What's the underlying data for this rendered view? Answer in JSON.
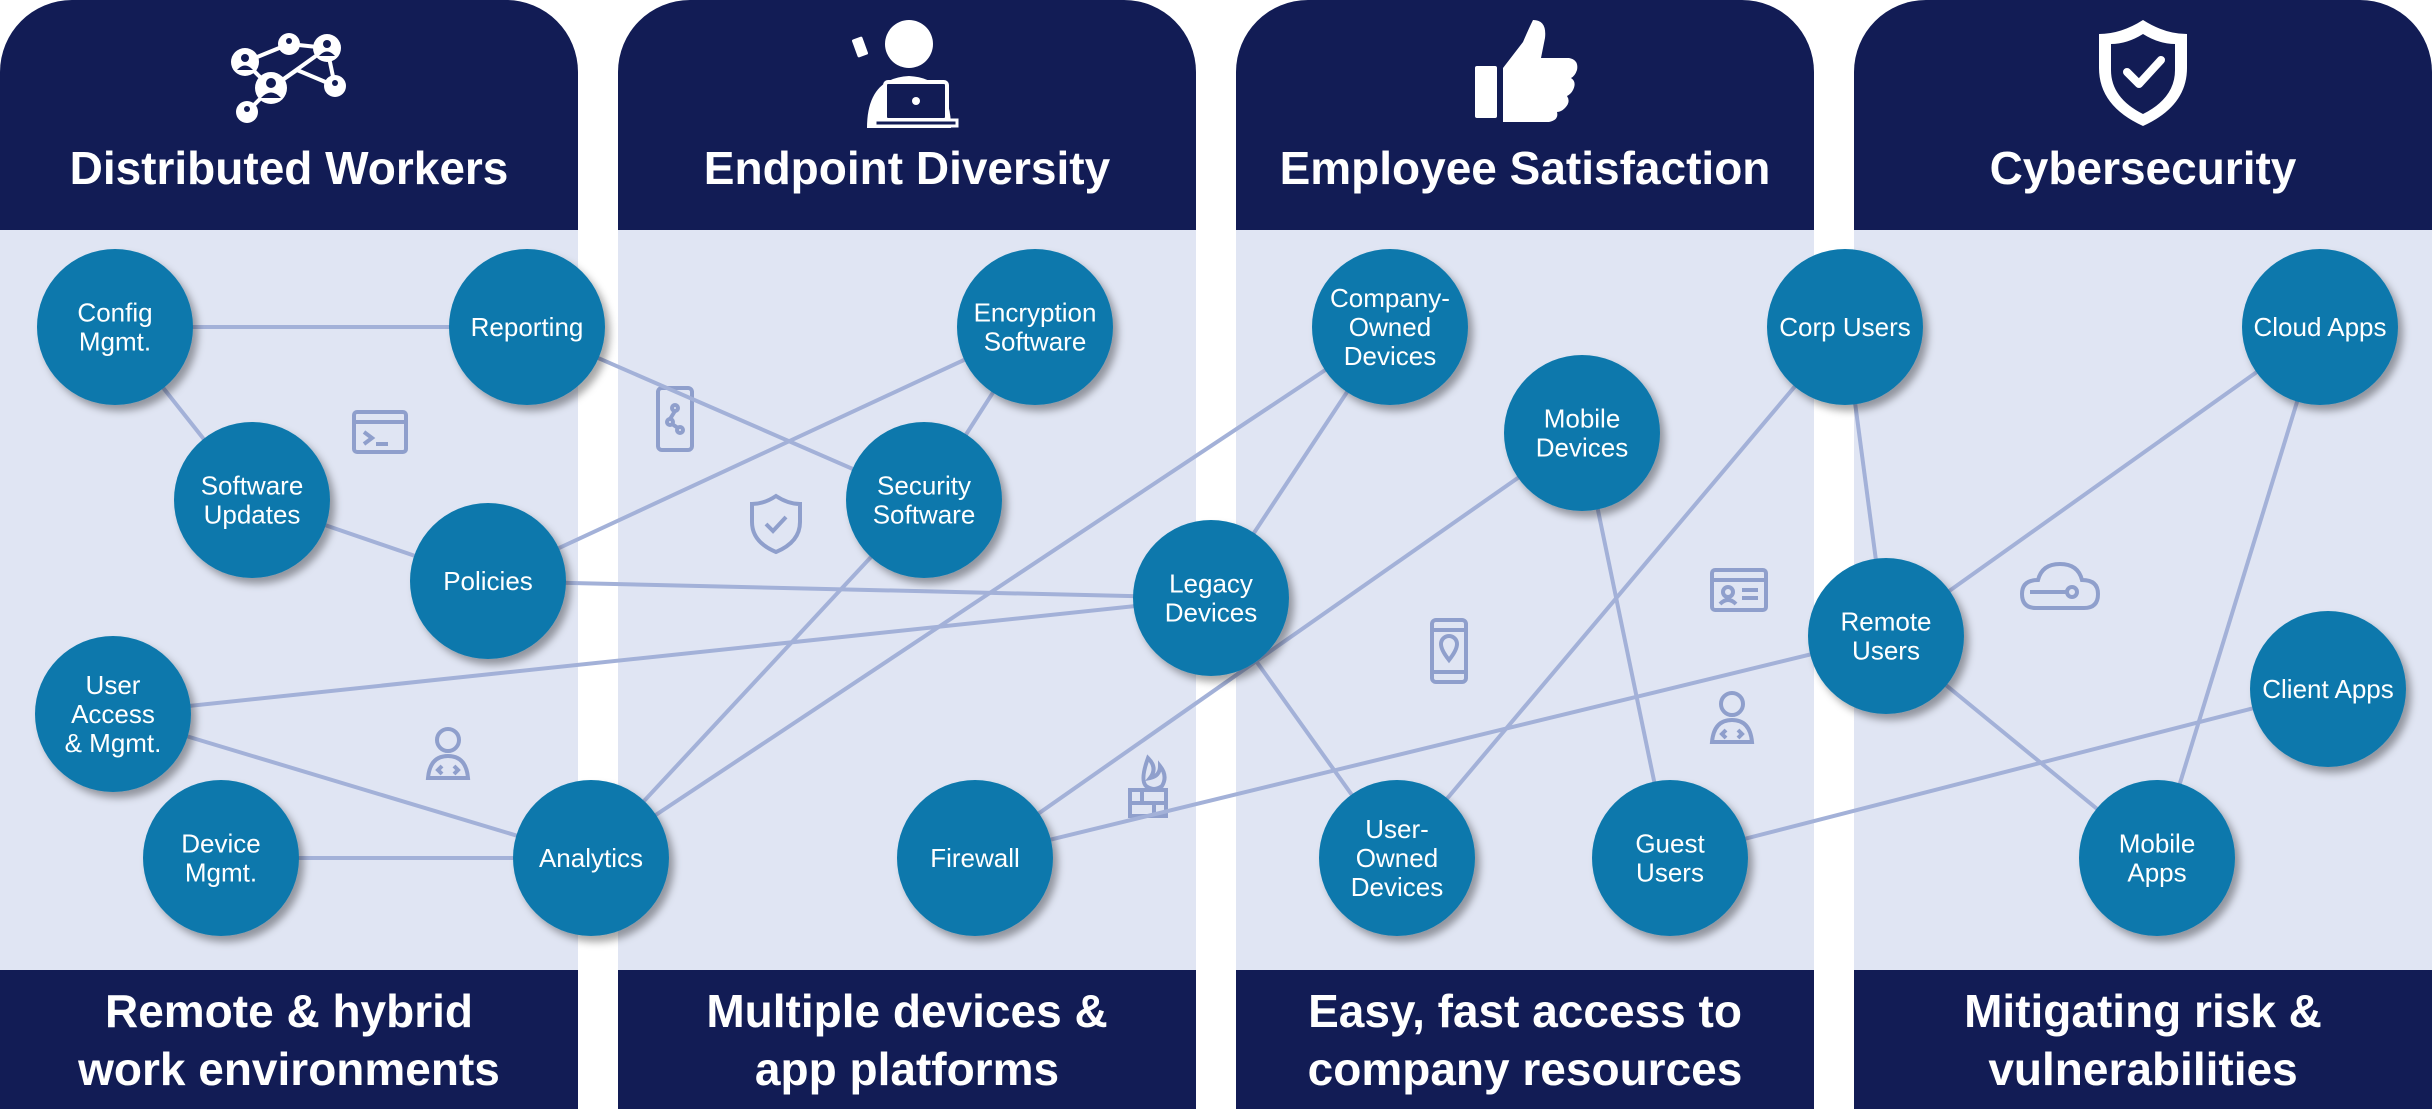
{
  "columns": [
    {
      "title": "Distributed Workers",
      "subtitle": "Remote & hybrid\nwork environments",
      "icon": "network-people-icon"
    },
    {
      "title": "Endpoint Diversity",
      "subtitle": "Multiple devices &\napp platforms",
      "icon": "person-laptop-icon"
    },
    {
      "title": "Employee Satisfaction",
      "subtitle": "Easy, fast access to\ncompany resources",
      "icon": "thumbs-up-icon"
    },
    {
      "title": "Cybersecurity",
      "subtitle": "Mitigating risk &\nvulnerabilities",
      "icon": "shield-check-icon"
    }
  ],
  "nodes": [
    {
      "id": "config",
      "lines": [
        "Config",
        "Mgmt."
      ]
    },
    {
      "id": "reporting",
      "lines": [
        "Reporting"
      ]
    },
    {
      "id": "swupdates",
      "lines": [
        "Software",
        "Updates"
      ]
    },
    {
      "id": "policies",
      "lines": [
        "Policies"
      ]
    },
    {
      "id": "useraccess",
      "lines": [
        "User",
        "Access",
        "& Mgmt."
      ]
    },
    {
      "id": "devicemgmt",
      "lines": [
        "Device",
        "Mgmt."
      ]
    },
    {
      "id": "analytics",
      "lines": [
        "Analytics"
      ]
    },
    {
      "id": "encryption",
      "lines": [
        "Encryption",
        "Software"
      ]
    },
    {
      "id": "security",
      "lines": [
        "Security",
        "Software"
      ]
    },
    {
      "id": "firewall",
      "lines": [
        "Firewall"
      ]
    },
    {
      "id": "legacy",
      "lines": [
        "Legacy",
        "Devices"
      ]
    },
    {
      "id": "companyowned",
      "lines": [
        "Company-",
        "Owned",
        "Devices"
      ]
    },
    {
      "id": "mobiledev",
      "lines": [
        "Mobile",
        "Devices"
      ]
    },
    {
      "id": "userowned",
      "lines": [
        "User-",
        "Owned",
        "Devices"
      ]
    },
    {
      "id": "guest",
      "lines": [
        "Guest",
        "Users"
      ]
    },
    {
      "id": "corp",
      "lines": [
        "Corp Users"
      ]
    },
    {
      "id": "remote",
      "lines": [
        "Remote",
        "Users"
      ]
    },
    {
      "id": "cloud",
      "lines": [
        "Cloud Apps"
      ]
    },
    {
      "id": "clientapps",
      "lines": [
        "Client Apps"
      ]
    },
    {
      "id": "mobileapps",
      "lines": [
        "Mobile",
        "Apps"
      ]
    }
  ],
  "edges": [
    [
      "config",
      "reporting"
    ],
    [
      "config",
      "swupdates"
    ],
    [
      "reporting",
      "security"
    ],
    [
      "swupdates",
      "policies"
    ],
    [
      "policies",
      "encryption"
    ],
    [
      "policies",
      "legacy"
    ],
    [
      "useraccess",
      "legacy"
    ],
    [
      "useraccess",
      "analytics"
    ],
    [
      "devicemgmt",
      "analytics"
    ],
    [
      "analytics",
      "security"
    ],
    [
      "analytics",
      "companyowned"
    ],
    [
      "encryption",
      "security"
    ],
    [
      "legacy",
      "companyowned"
    ],
    [
      "legacy",
      "userowned"
    ],
    [
      "firewall",
      "mobiledev"
    ],
    [
      "firewall",
      "remote"
    ],
    [
      "mobiledev",
      "guest"
    ],
    [
      "userowned",
      "corp"
    ],
    [
      "corp",
      "remote"
    ],
    [
      "guest",
      "clientapps"
    ],
    [
      "remote",
      "cloud"
    ],
    [
      "remote",
      "mobileapps"
    ],
    [
      "mobileapps",
      "cloud"
    ]
  ],
  "background_icons": [
    "terminal-window-icon",
    "phone-network-icon",
    "shield-check-icon",
    "developer-person-icon",
    "firewall-icon",
    "phone-location-icon",
    "browser-profile-icon",
    "developer-person-icon",
    "cloud-connection-icon"
  ],
  "colors": {
    "header_bg": "#121c55",
    "body_bg": "#e0e5f3",
    "node_fill": "#0a78ac",
    "edge": "#a3b1d8",
    "bg_icon": "#8f9fcc",
    "text": "#ffffff"
  }
}
